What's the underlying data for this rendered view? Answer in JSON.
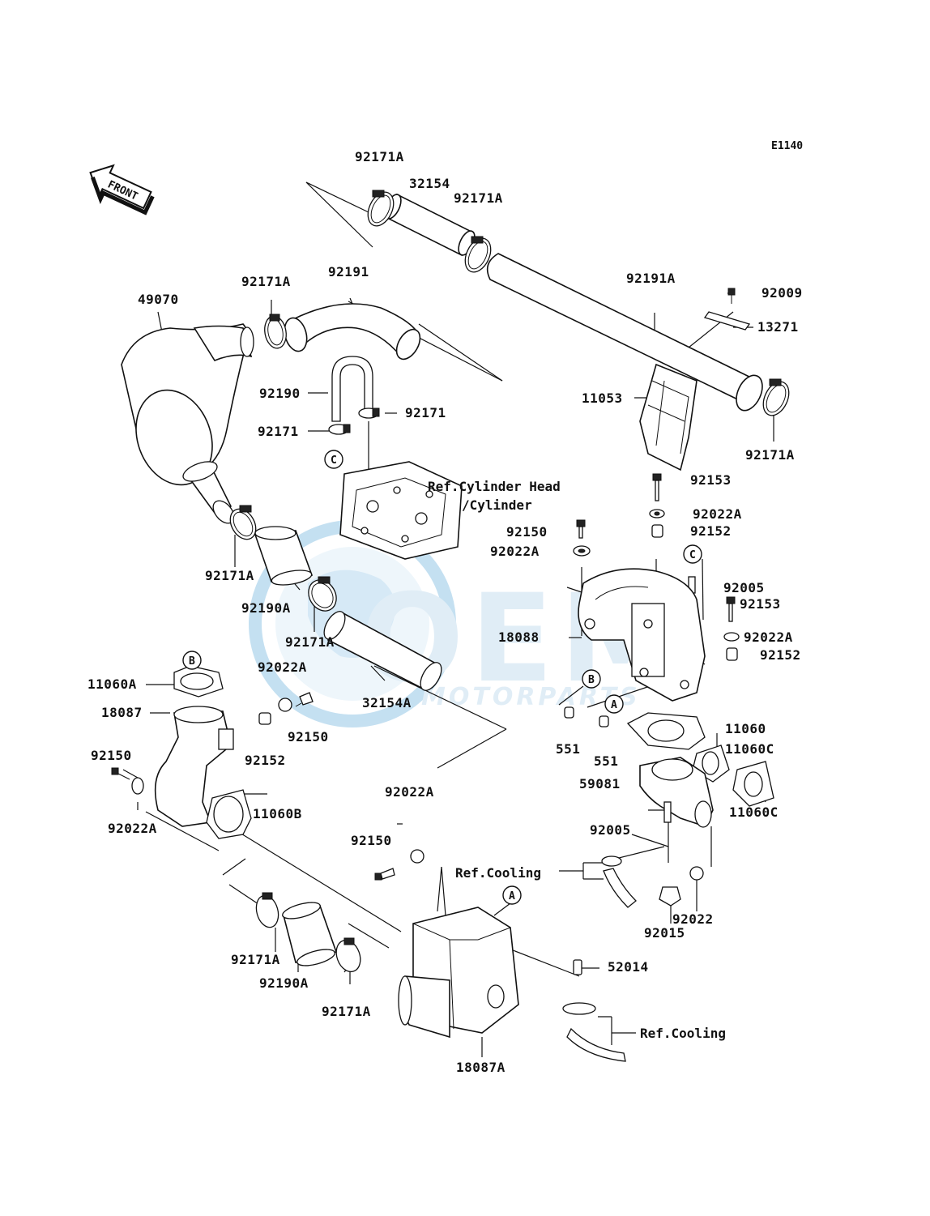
{
  "diagram_code": "E1140",
  "front_label": "FRONT",
  "watermark": {
    "brand": "OEM",
    "sub": "MOTORPARTS"
  },
  "refs": {
    "cyl_head_1": "Ref.Cylinder Head",
    "cyl_head_2": "/Cylinder",
    "cooling_1": "Ref.Cooling",
    "cooling_2": "Ref.Cooling"
  },
  "markers": {
    "a": "A",
    "b": "B",
    "c": "C"
  },
  "parts": {
    "p92171A_1": "92171A",
    "p32154": "32154",
    "p92171A_2": "92171A",
    "p92191A": "92191A",
    "p92009": "92009",
    "p13271": "13271",
    "p11053": "11053",
    "p92171A_3": "92171A",
    "p92171A_4": "92171A",
    "p92191": "92191",
    "p49070": "49070",
    "p92190": "92190",
    "p92171_1": "92171",
    "p92171_2": "92171",
    "p92153_1": "92153",
    "p92022A_1": "92022A",
    "p92150_1": "92150",
    "p92152_1": "92152",
    "p92022A_2": "92022A",
    "p92171A_5": "92171A",
    "p92190A_1": "92190A",
    "p92171A_6": "92171A",
    "p92005_1": "92005",
    "p92153_2": "92153",
    "p18088": "18088",
    "p92022A_3": "92022A",
    "p92152_2": "92152",
    "p11060A": "11060A",
    "p92022A_4": "92022A",
    "p18087": "18087",
    "p32154A": "32154A",
    "p92150_2": "92150",
    "p92152_3": "92152",
    "p551_1": "551",
    "p551_2": "551",
    "p11060": "11060",
    "p11060C_1": "11060C",
    "p92150_3": "92150",
    "p59081": "59081",
    "p11060B": "11060B",
    "p92022A_5": "92022A",
    "p92022A_6": "92022A",
    "p92150_4": "92150",
    "p92005_2": "92005",
    "p11060C_2": "11060C",
    "p92022": "92022",
    "p92015": "92015",
    "p92171A_7": "92171A",
    "p92190A_2": "92190A",
    "p92171A_8": "92171A",
    "p52014": "52014",
    "p18087A": "18087A"
  }
}
